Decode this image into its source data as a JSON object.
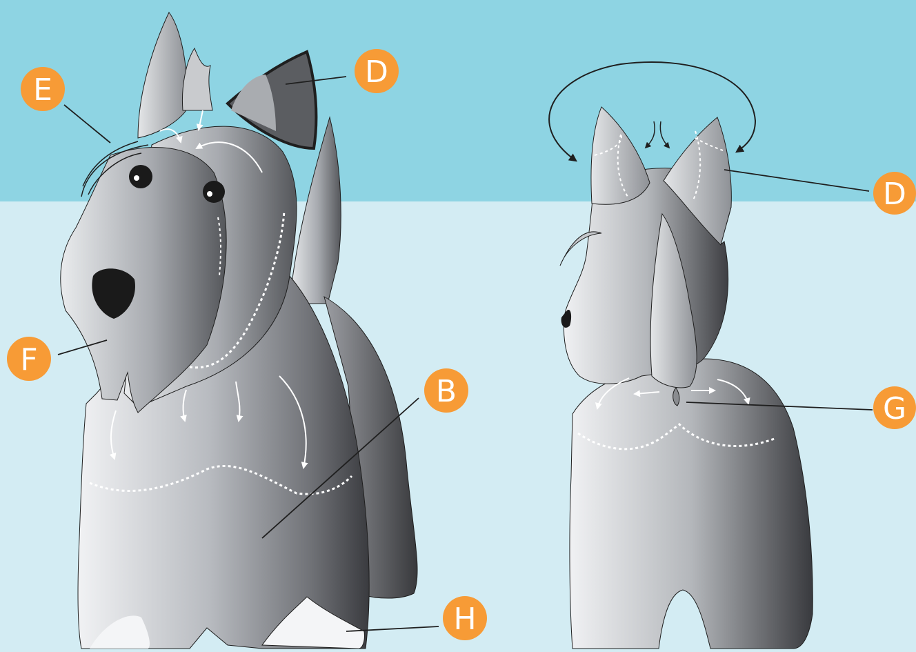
{
  "colors": {
    "sky": "#8ed4e3",
    "ground": "#d3ecf3",
    "marker": "#f79b36",
    "marker_text": "#ffffff",
    "coat_light": "#f2f3f5",
    "coat_dark": "#3c3d41",
    "outline": "#1f1f1f",
    "guide_lines": "#ffffff"
  },
  "labels": {
    "front_ear": "D",
    "brow": "E",
    "beard": "F",
    "chest": "B",
    "front_foot": "H",
    "rear_ear": "D",
    "tail_base": "G"
  }
}
